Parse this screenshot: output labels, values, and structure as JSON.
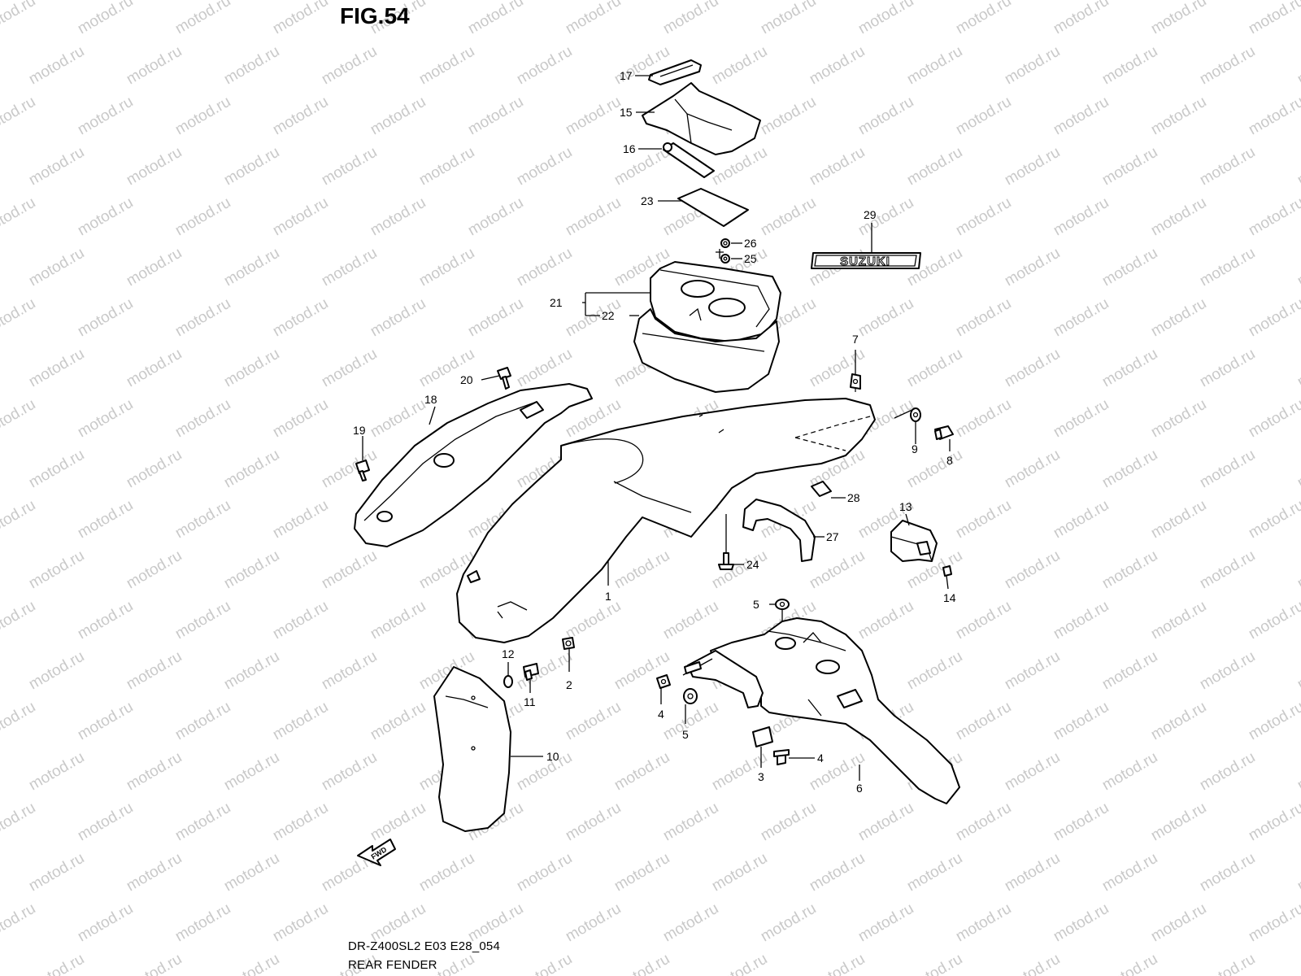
{
  "figure": {
    "title": "FIG.54",
    "model_code": "DR-Z400SL2 E03 E28_054",
    "name": "REAR FENDER"
  },
  "watermark": {
    "text": "motod.ru"
  },
  "emblem": {
    "text": "SUZUKI"
  },
  "direction_arrow": {
    "text": "FWD"
  },
  "callouts": {
    "p1": "1",
    "p2": "2",
    "p3": "3",
    "p4a": "4",
    "p4b": "4",
    "p5a": "5",
    "p5b": "5",
    "p6": "6",
    "p7": "7",
    "p8": "8",
    "p9": "9",
    "p10": "10",
    "p11": "11",
    "p12": "12",
    "p13": "13",
    "p14": "14",
    "p15": "15",
    "p16": "16",
    "p17": "17",
    "p18": "18",
    "p19": "19",
    "p20": "20",
    "p21": "21",
    "p22": "22",
    "p23": "23",
    "p24": "24",
    "p25": "25",
    "p26": "26",
    "p27": "27",
    "p28": "28",
    "p29": "29"
  },
  "colors": {
    "line": "#000000",
    "watermark": "#c9c9c9",
    "background": "#ffffff"
  }
}
